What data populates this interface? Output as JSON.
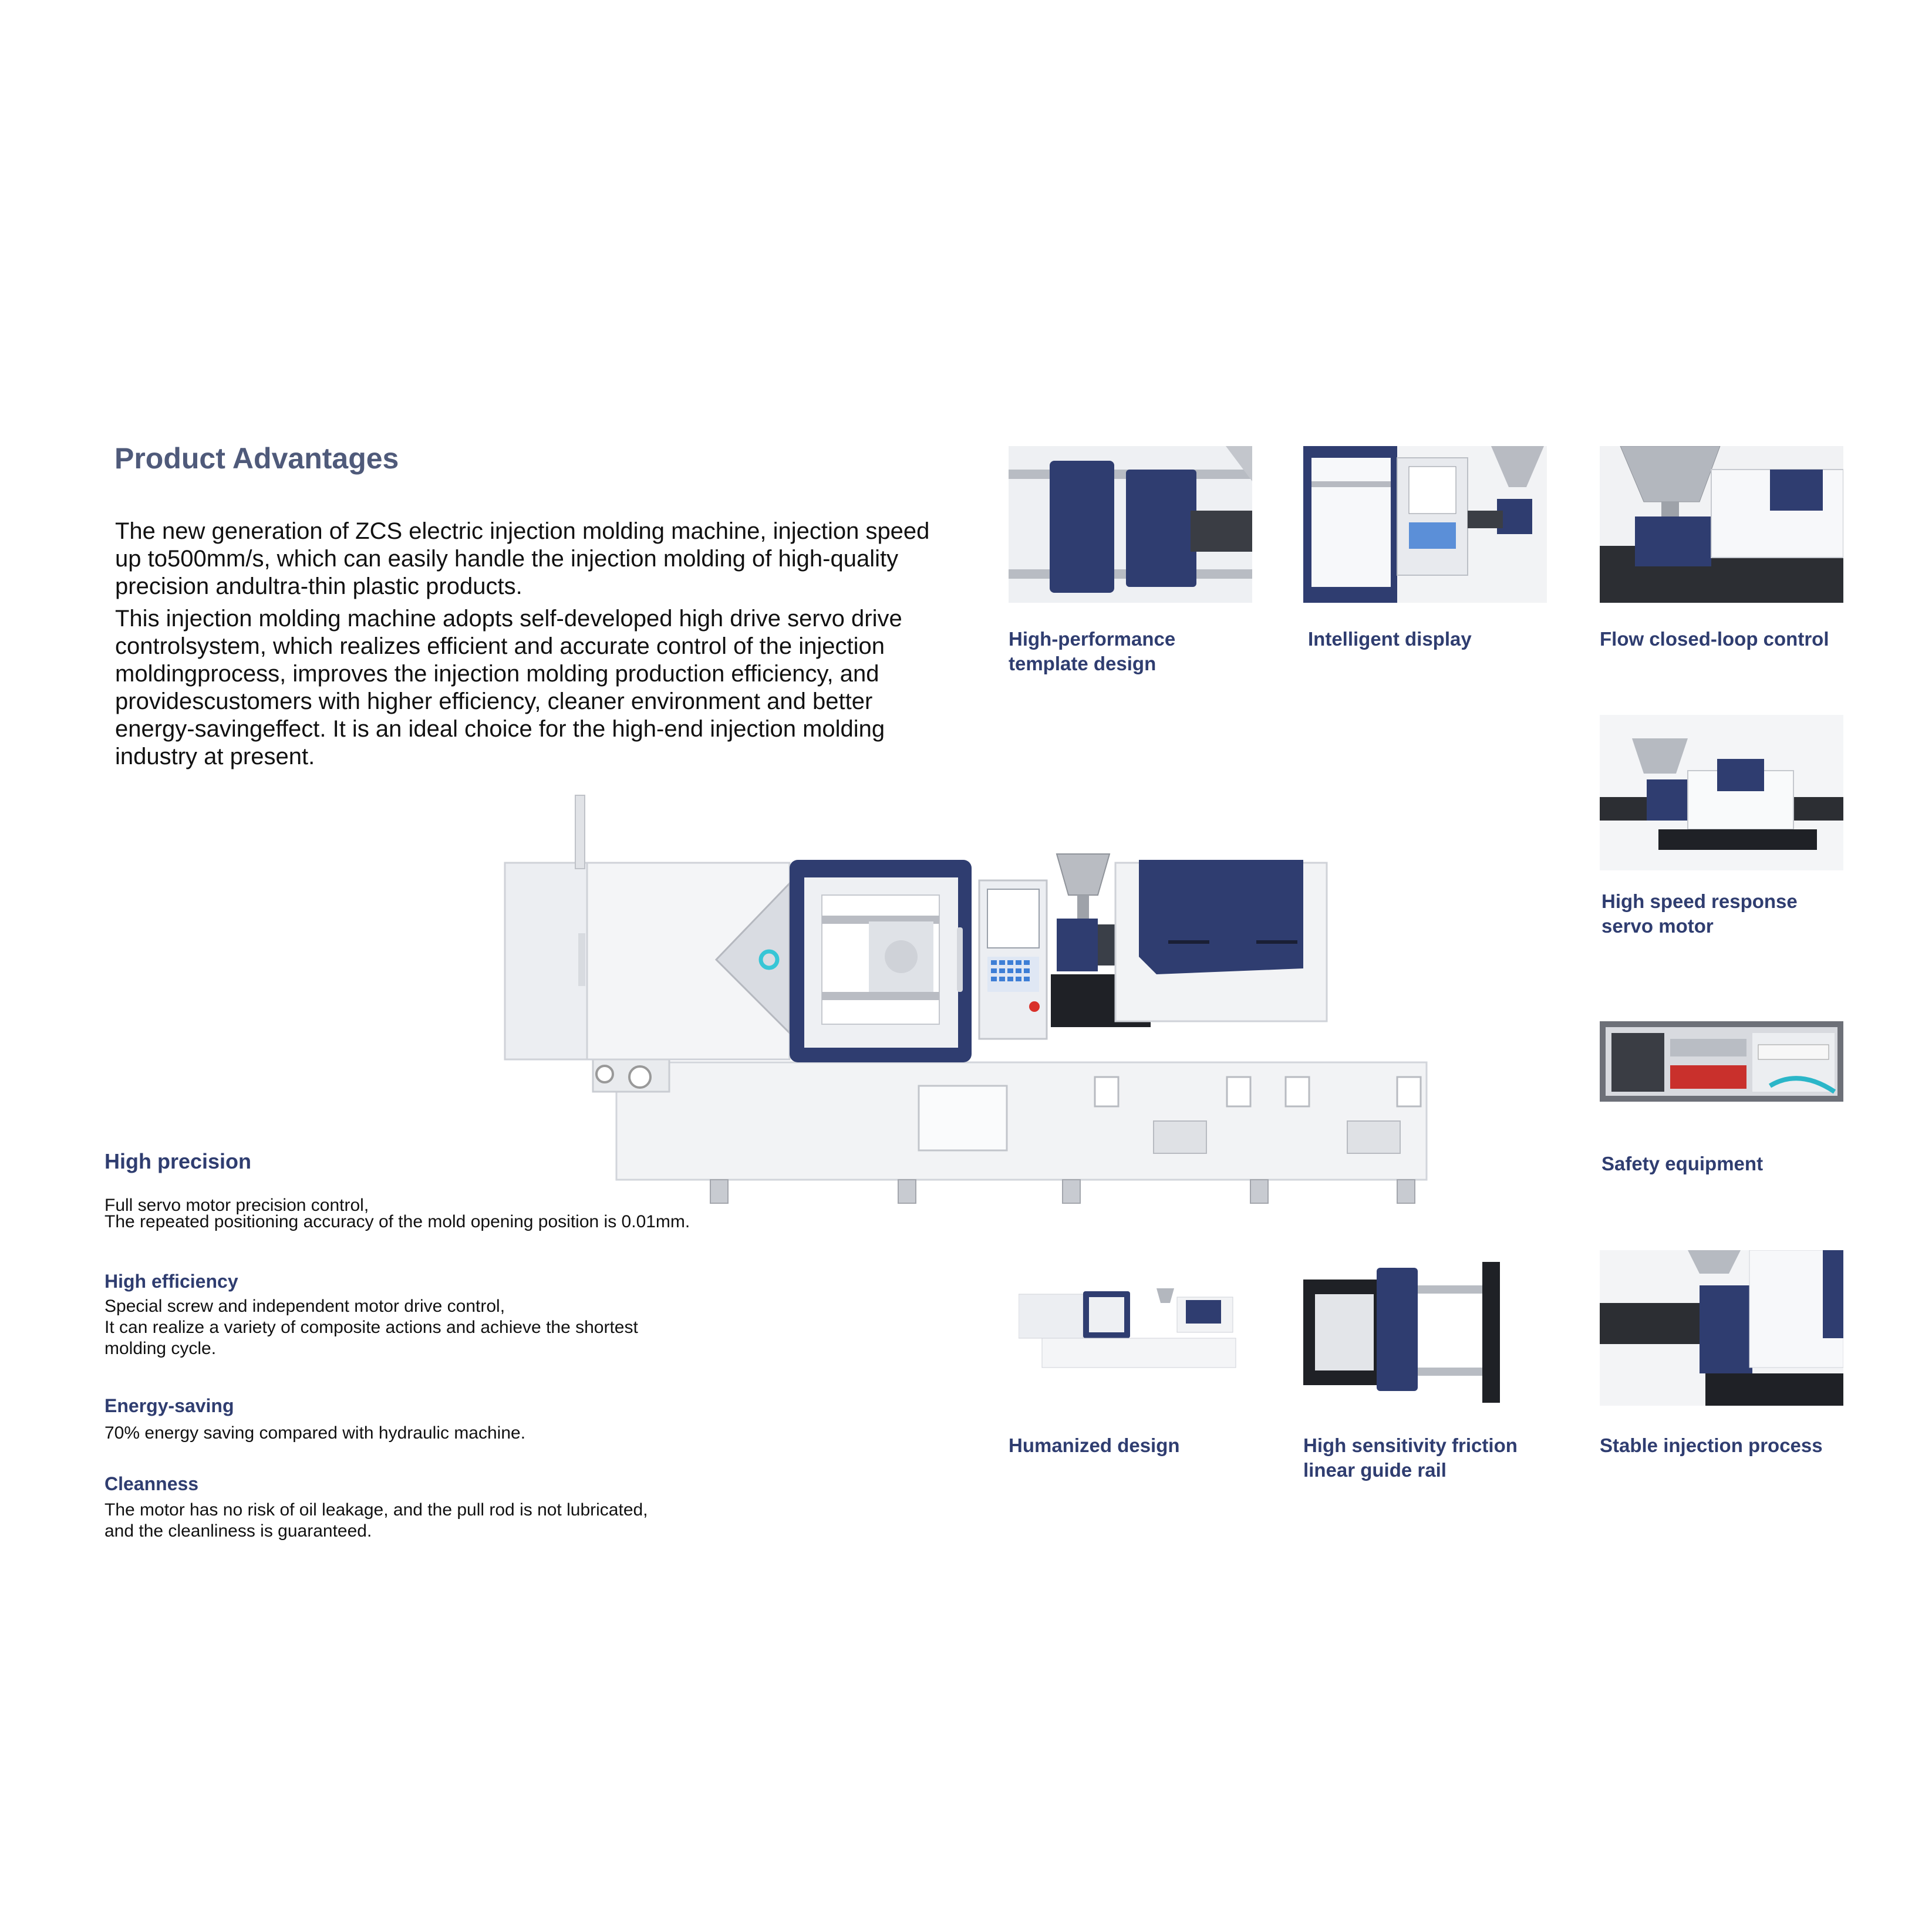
{
  "heading": "Product Advantages",
  "intro": [
    "The new generation of ZCS electric injection molding machine, injection speed up to500mm/s, which can easily handle the injection molding of high-quality precision andultra-thin plastic products.",
    "This injection molding machine adopts self-developed high drive servo drive controlsystem, which realizes efficient and accurate control of the injection moldingprocess, improves the injection molding production efficiency, and providescustomers with higher efficiency, cleaner environment and better energy-savingeffect. It is an ideal choice for the high-end injection molding industry at present."
  ],
  "advantages": [
    {
      "title": "High precision",
      "text": "Full servo motor precision control,\nThe repeated positioning accuracy of the mold opening position is 0.01mm."
    },
    {
      "title": "High efficiency",
      "text": "Special screw and independent motor drive control,\nIt can realize a variety of composite actions and achieve the shortest molding cycle."
    },
    {
      "title": "Energy-saving",
      "text": "70% energy saving compared with hydraulic machine."
    },
    {
      "title": "Cleanness",
      "text": "The motor has no risk of oil leakage, and the pull rod is not lubricated,\nand the cleanliness is guaranteed."
    }
  ],
  "features": [
    {
      "caption": "High-performance\ntemplate design",
      "icon": "platen-photo"
    },
    {
      "caption": "Intelligent display",
      "icon": "display-photo"
    },
    {
      "caption": "Flow closed-loop control",
      "icon": "hopper-photo"
    },
    {
      "caption": "High speed response\nservo motor",
      "icon": "servo-photo"
    },
    {
      "caption": "Safety equipment",
      "icon": "cabinet-photo"
    },
    {
      "caption": "Humanized design",
      "icon": "machine-photo"
    },
    {
      "caption": "High sensitivity friction\nlinear guide rail",
      "icon": "guide-rail-photo"
    },
    {
      "caption": "Stable injection process",
      "icon": "injection-photo"
    }
  ],
  "colors": {
    "navy": "#2f3d70",
    "heading": "#4f5a7a",
    "machine_white": "#eceef2",
    "accent": "#37c6d6"
  }
}
